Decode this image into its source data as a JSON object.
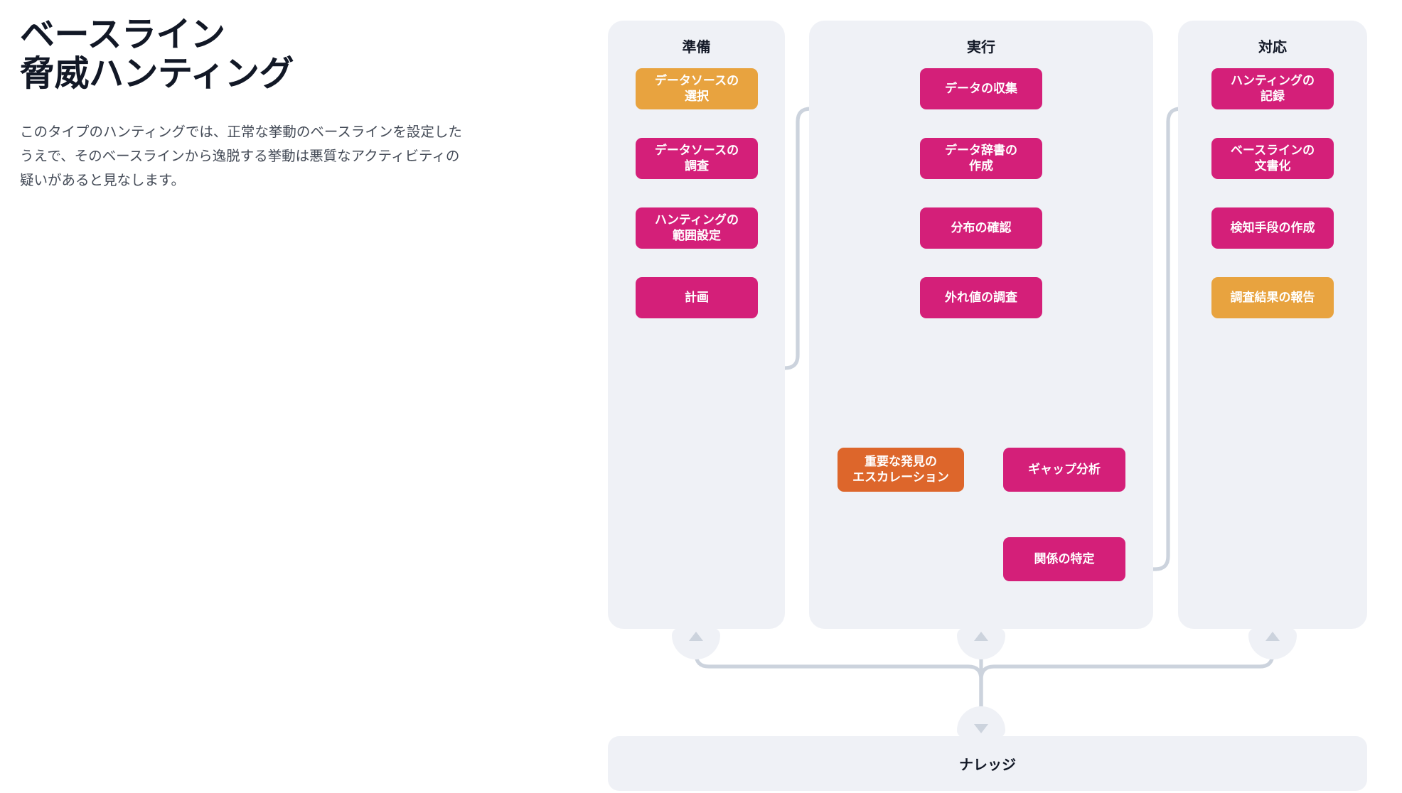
{
  "header": {
    "title": "ベースライン\n脅威ハンティング",
    "description": "このタイプのハンティングでは、正常な挙動のベースラインを設定したうえで、そのベースラインから逸脱する挙動は悪質なアクティビティの疑いがあると見なします。"
  },
  "colors": {
    "pink": "#d41f79",
    "orange": "#e8a33f",
    "deep_orange": "#dd662b",
    "panel_bg": "#eff1f6",
    "wire": "#ccd3dd",
    "title_text": "#121826",
    "body_text": "#444b57"
  },
  "diagram": {
    "type": "flowchart",
    "columns": [
      {
        "id": "prep",
        "title": "準備",
        "nodes": [
          {
            "id": "prep-1",
            "label": "データソースの\n選択",
            "color": "orange"
          },
          {
            "id": "prep-2",
            "label": "データソースの\n調査",
            "color": "pink"
          },
          {
            "id": "prep-3",
            "label": "ハンティングの\n範囲設定",
            "color": "pink"
          },
          {
            "id": "prep-4",
            "label": "計画",
            "color": "pink"
          }
        ]
      },
      {
        "id": "exec",
        "title": "実行",
        "nodes": [
          {
            "id": "exec-1",
            "label": "データの収集",
            "color": "pink"
          },
          {
            "id": "exec-2",
            "label": "データ辞書の\n作成",
            "color": "pink"
          },
          {
            "id": "exec-3",
            "label": "分布の確認",
            "color": "pink"
          },
          {
            "id": "exec-4",
            "label": "外れ値の調査",
            "color": "pink"
          },
          {
            "id": "exec-5",
            "label": "重要な発見の\nエスカレーション",
            "color": "deep_orange"
          },
          {
            "id": "exec-6",
            "label": "ギャップ分析",
            "color": "pink"
          },
          {
            "id": "exec-7",
            "label": "関係の特定",
            "color": "pink"
          }
        ]
      },
      {
        "id": "resp",
        "title": "対応",
        "nodes": [
          {
            "id": "resp-1",
            "label": "ハンティングの\n記録",
            "color": "pink"
          },
          {
            "id": "resp-2",
            "label": "ベースラインの\n文書化",
            "color": "pink"
          },
          {
            "id": "resp-3",
            "label": "検知手段の作成",
            "color": "pink"
          },
          {
            "id": "resp-4",
            "label": "調査結果の報告",
            "color": "orange"
          }
        ]
      }
    ],
    "footer": {
      "id": "knowledge",
      "label": "ナレッジ"
    },
    "edges": [
      {
        "from": "prep-1",
        "to": "prep-2",
        "kind": "vertical"
      },
      {
        "from": "prep-2",
        "to": "prep-3",
        "kind": "vertical"
      },
      {
        "from": "prep-3",
        "to": "prep-4",
        "kind": "vertical"
      },
      {
        "from": "prep-4",
        "to": "exec-1",
        "kind": "elbow-right"
      },
      {
        "from": "exec-1",
        "to": "exec-2",
        "kind": "vertical"
      },
      {
        "from": "exec-2",
        "to": "exec-3",
        "kind": "vertical"
      },
      {
        "from": "exec-3",
        "to": "exec-4",
        "kind": "vertical"
      },
      {
        "from": "exec-4",
        "to": "exec-5",
        "kind": "split-left"
      },
      {
        "from": "exec-4",
        "to": "exec-6",
        "kind": "split-right"
      },
      {
        "from": "exec-6",
        "to": "exec-1",
        "kind": "feedback-up"
      },
      {
        "from": "exec-6",
        "to": "exec-7",
        "kind": "vertical"
      },
      {
        "from": "exec-7",
        "to": "resp-1",
        "kind": "elbow-right"
      },
      {
        "from": "resp-1",
        "to": "resp-2",
        "kind": "vertical"
      },
      {
        "from": "resp-2",
        "to": "resp-3",
        "kind": "vertical"
      },
      {
        "from": "resp-3",
        "to": "resp-4",
        "kind": "vertical"
      },
      {
        "from": "prep",
        "to": "knowledge",
        "kind": "merge-down"
      },
      {
        "from": "exec",
        "to": "knowledge",
        "kind": "merge-down"
      },
      {
        "from": "resp",
        "to": "knowledge",
        "kind": "merge-down"
      }
    ]
  }
}
